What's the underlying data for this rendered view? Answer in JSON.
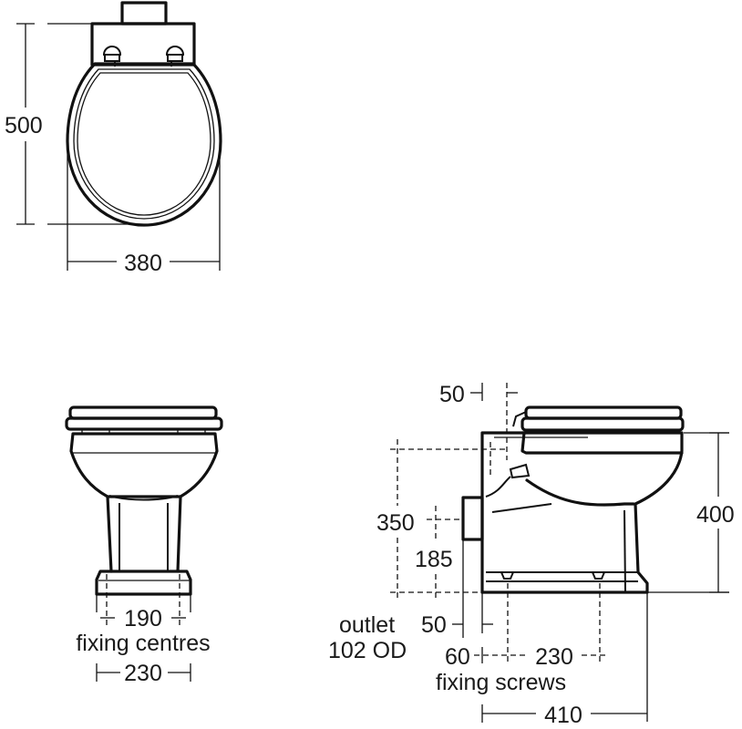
{
  "plan_view": {
    "depth": "500",
    "width": "380"
  },
  "front_view": {
    "fixing_centres_value": "190",
    "fixing_centres_label": "fixing centres",
    "base_width": "230"
  },
  "side_view": {
    "top_offset": "50",
    "height": "400",
    "outlet_height": "350",
    "outlet_centre": "185",
    "outlet_label": "outlet",
    "outlet_size": "102 OD",
    "outlet_offset": "50",
    "screw_offset": "60",
    "screw_spacing": "230",
    "fixing_screws_label": "fixing screws",
    "length": "410"
  },
  "colors": {
    "line": "#111111",
    "background": "#ffffff"
  }
}
